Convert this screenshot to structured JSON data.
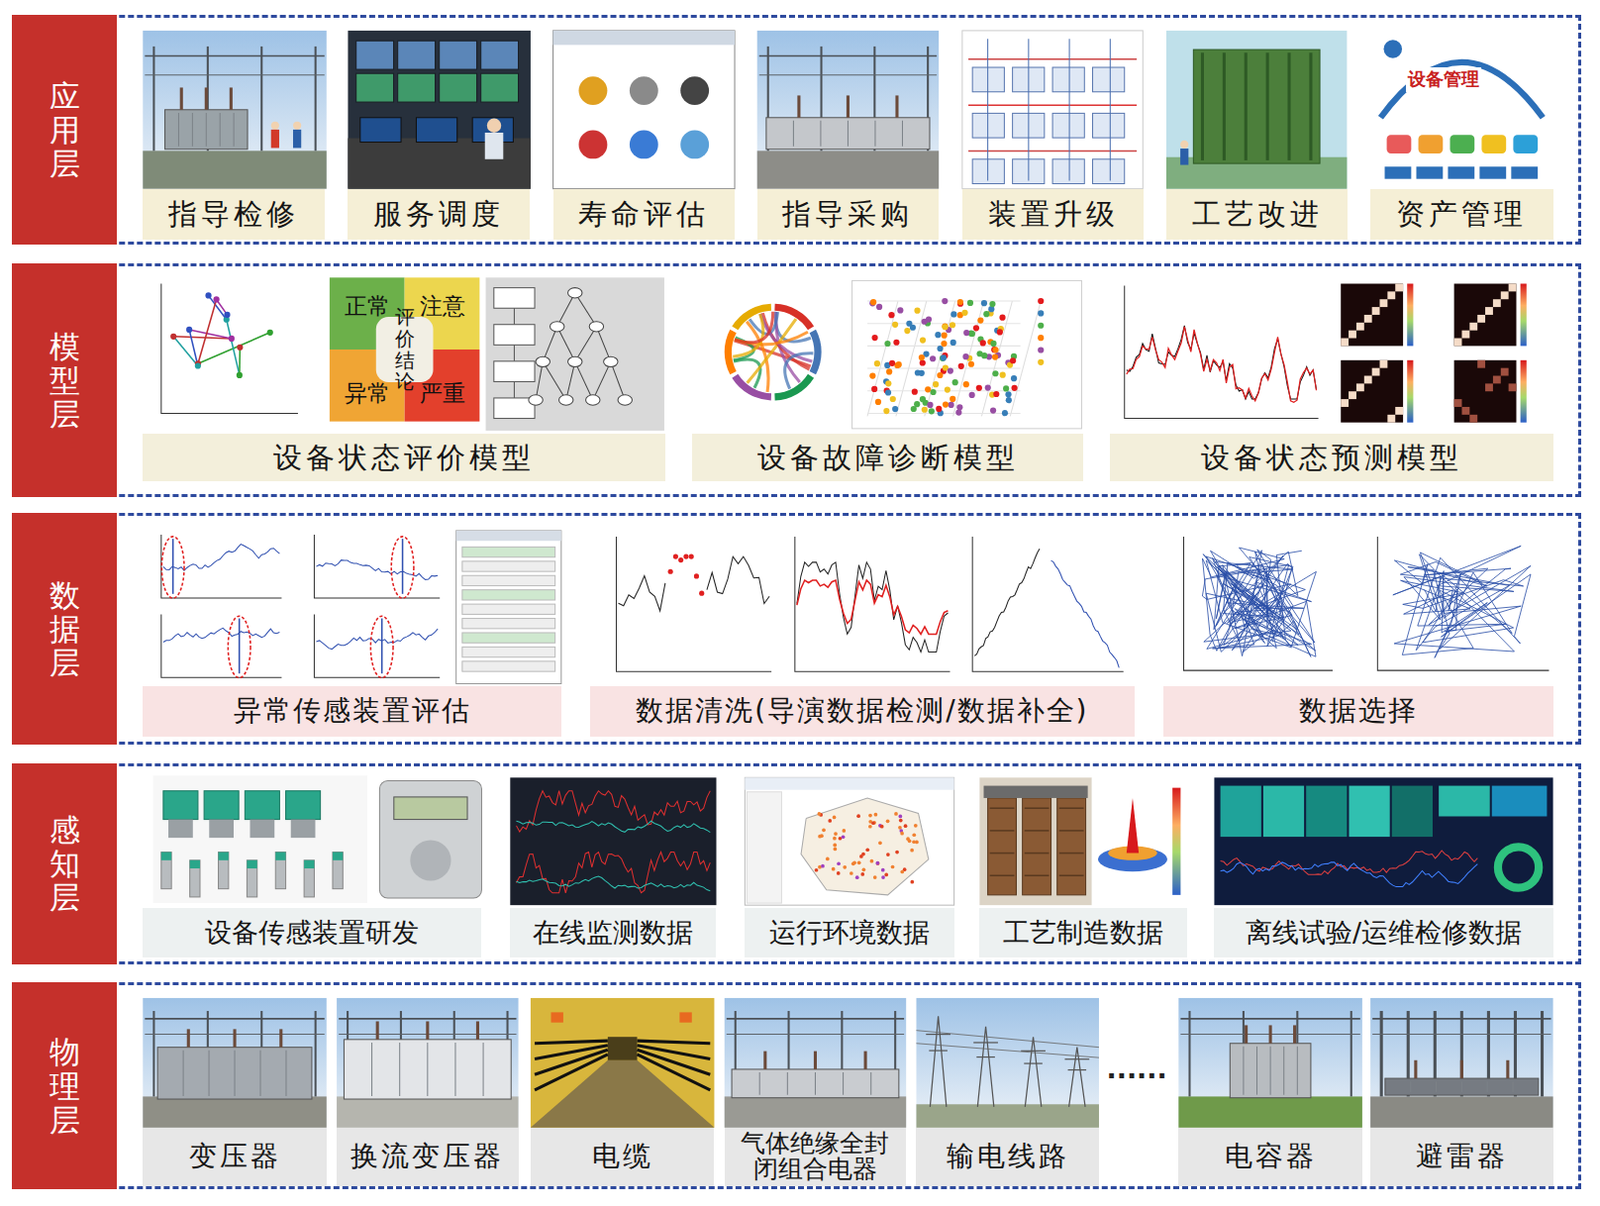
{
  "diagram": {
    "nodes": [
      {
        "text": [
          "应用层"
        ]
      },
      {
        "text": [
          "指导检修"
        ],
        "in": 0
      },
      {
        "text": [
          "服务调度"
        ],
        "in": 0
      },
      {
        "text": [
          "寿命评估"
        ],
        "in": 0
      },
      {
        "text": [
          "指导采购"
        ],
        "in": 0
      },
      {
        "text": [
          "装置升级"
        ],
        "in": 0
      },
      {
        "text": [
          "工艺改进"
        ],
        "in": 0
      },
      {
        "text": [
          "资产管理"
        ],
        "in": 0
      },
      {
        "text": [
          "模型层"
        ]
      },
      {
        "text": [
          "设备状态评价模型"
        ],
        "in": 8
      },
      {
        "text": [
          "设备故障诊断模型"
        ],
        "in": 8
      },
      {
        "text": [
          "设备状态预测模型"
        ],
        "in": 8
      },
      {
        "text": [
          "数据层"
        ]
      },
      {
        "text": [
          "异常传感装置评估"
        ],
        "in": 12
      },
      {
        "text": [
          "数据清洗(导演数据检测/数据补全)"
        ],
        "in": 12
      },
      {
        "text": [
          "数据选择"
        ],
        "in": 12
      },
      {
        "text": [
          "感知层"
        ]
      },
      {
        "text": [
          "设备传感装置研发"
        ],
        "in": 16
      },
      {
        "text": [
          "在线监测数据"
        ],
        "in": 16
      },
      {
        "text": [
          "运行环境数据"
        ],
        "in": 16
      },
      {
        "text": [
          "工艺制造数据"
        ],
        "in": 16
      },
      {
        "text": [
          "离线试验/运维检修数据"
        ],
        "in": 16
      },
      {
        "text": [
          "物理层"
        ]
      },
      {
        "text": [
          "变压器"
        ],
        "in": 22
      },
      {
        "text": [
          "换流变压器"
        ],
        "in": 22
      },
      {
        "text": [
          "电缆"
        ],
        "in": 22
      },
      {
        "text": [
          "气体绝缘全封闭组合电器"
        ],
        "in": 22
      },
      {
        "text": [
          "输电线路"
        ],
        "in": 22
      },
      {
        "text": [
          "电容器"
        ],
        "in": 22
      },
      {
        "text": [
          "避雷器"
        ],
        "in": 22
      }
    ],
    "labels": [
      "设备管理",
      "正常",
      "注意",
      "评价结论",
      "异常",
      "严重",
      "......"
    ]
  }
}
